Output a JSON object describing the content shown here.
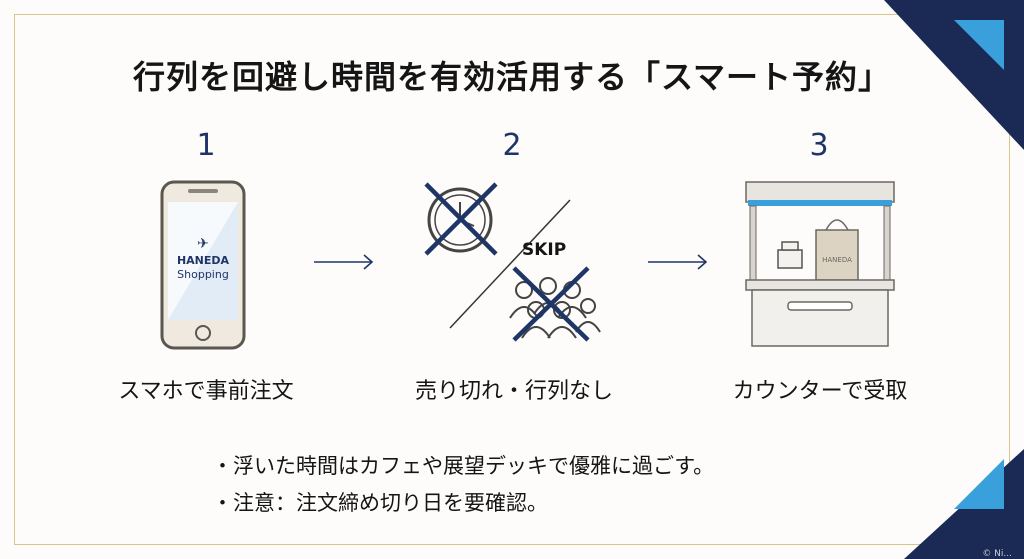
{
  "title": "行列を回避し時間を有効活用する「スマート予約」",
  "steps": [
    {
      "number": "1",
      "label": "スマホで事前注文"
    },
    {
      "number": "2",
      "label": "売り切れ・行列なし"
    },
    {
      "number": "3",
      "label": "カウンターで受取"
    }
  ],
  "phone": {
    "brand": "HANEDA",
    "sub": "Shopping",
    "icon": "airplane-icon"
  },
  "skip_text": "SKIP",
  "bag_text": "HANEDA",
  "bullets": [
    "・浮いた時間はカフェや展望デッキで優雅に過ごす。",
    "・注意：注文締め切り日を要確認。"
  ],
  "footer_mark": "© Ni...",
  "colors": {
    "navy": "#1f3567",
    "gold": "#d8c48a",
    "blue": "#3aa0dc"
  }
}
